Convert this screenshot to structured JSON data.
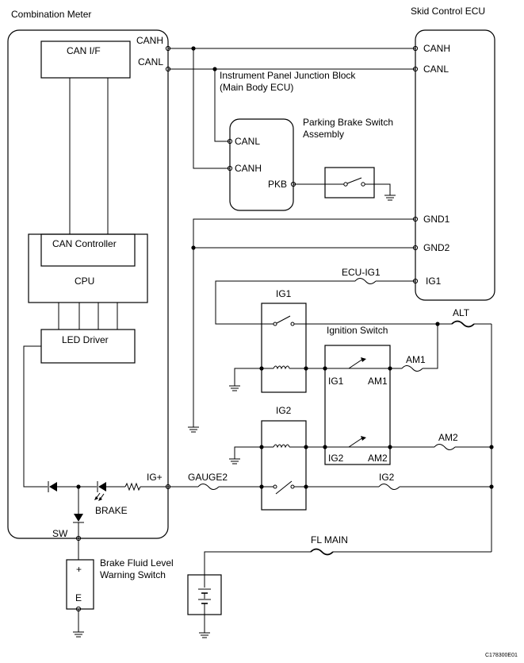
{
  "labels": {
    "combination_meter": "Combination Meter",
    "skid_control_ecu": "Skid Control ECU",
    "can_if": "CAN I/F",
    "canh": "CANH",
    "canl": "CANL",
    "ijb_line1": "Instrument Panel Junction Block",
    "ijb_line2": "(Main Body ECU)",
    "pbs_line1": "Parking Brake Switch",
    "pbs_line2": "Assembly",
    "pkb": "PKB",
    "gnd1": "GND1",
    "gnd2": "GND2",
    "ecu_ig1": "ECU-IG1",
    "ig1": "IG1",
    "ig2": "IG2",
    "can_controller": "CAN Controller",
    "cpu": "CPU",
    "led_driver": "LED Driver",
    "ignition_switch": "Ignition Switch",
    "alt": "ALT",
    "am1": "AM1",
    "am2": "AM2",
    "ig_plus": "IG+",
    "gauge2": "GAUGE2",
    "brake": "BRAKE",
    "sw": "SW",
    "fl_main": "FL MAIN",
    "bfl_line1": "Brake Fluid Level",
    "bfl_line2": "Warning Switch",
    "plus": "+",
    "e": "E",
    "figure_code": "C178300E01"
  }
}
